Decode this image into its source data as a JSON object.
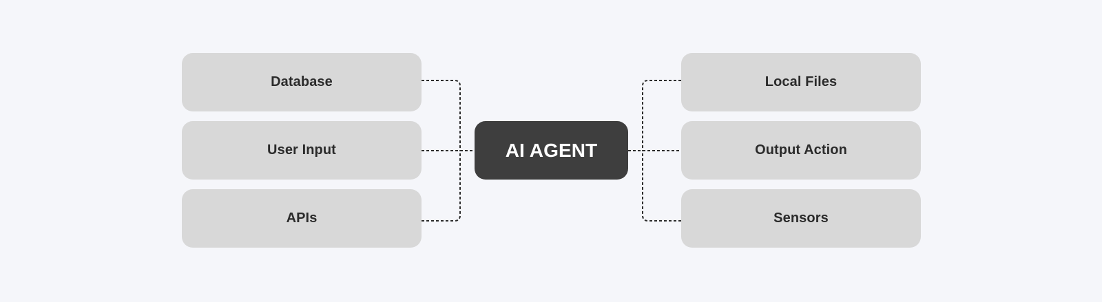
{
  "diagram": {
    "center": {
      "label": "AI AGENT"
    },
    "inputs": [
      {
        "label": "Database"
      },
      {
        "label": "User Input"
      },
      {
        "label": "APIs"
      }
    ],
    "outputs": [
      {
        "label": "Local Files"
      },
      {
        "label": "Output Action"
      },
      {
        "label": "Sensors"
      }
    ]
  },
  "colors": {
    "background": "#f5f6fa",
    "node_fill": "#d8d8d8",
    "center_fill": "#3e3e3e",
    "center_text": "#ffffff",
    "node_text": "#2b2b2b",
    "connector": "#2b2b2b"
  }
}
